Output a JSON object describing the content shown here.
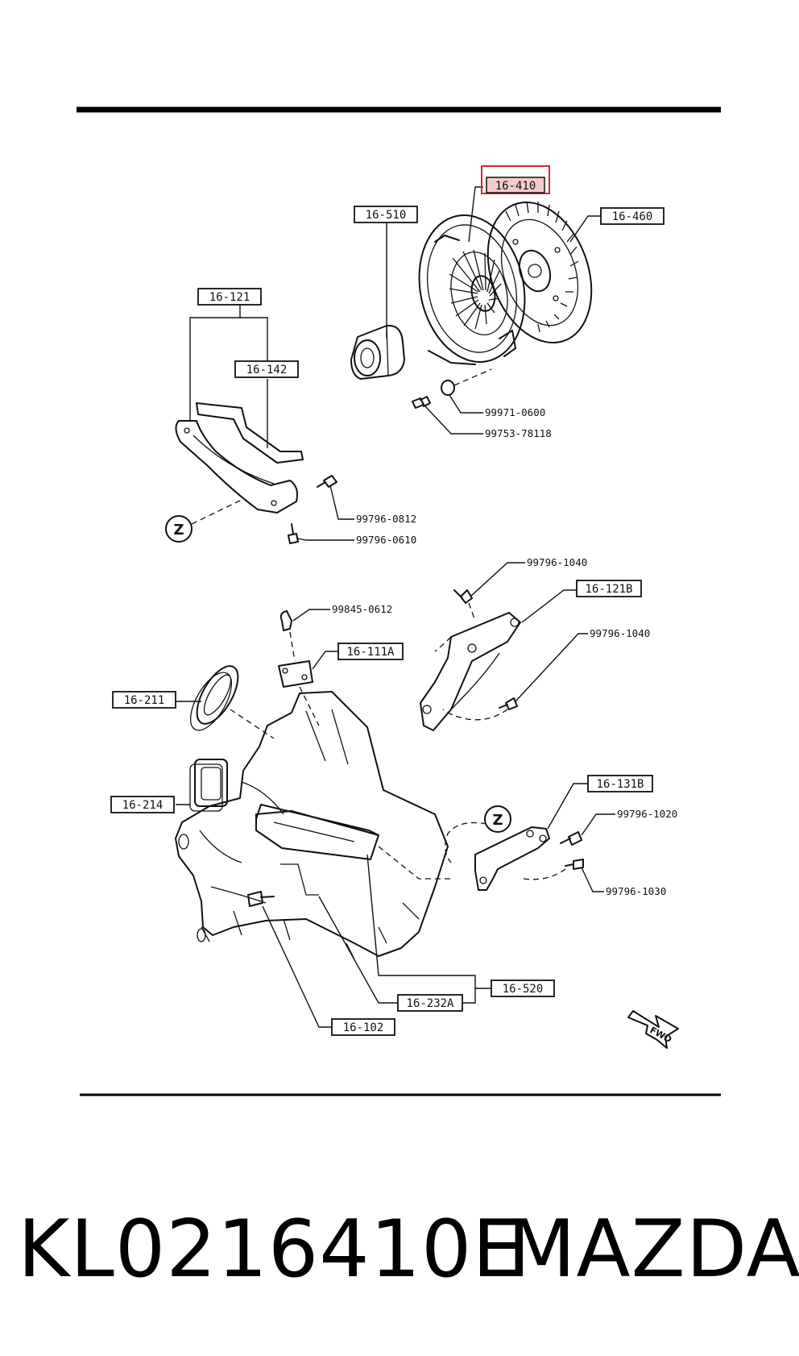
{
  "callouts": {
    "c16_410": "16-410",
    "c16_460": "16-460",
    "c16_510": "16-510",
    "c16_121": "16-121",
    "c16_142": "16-142",
    "c16_121B": "16-121B",
    "c16_111A": "16-111A",
    "c16_211": "16-211",
    "c16_214": "16-214",
    "c16_131B": "16-131B",
    "c16_520": "16-520",
    "c16_232A": "16-232A",
    "c16_102": "16-102"
  },
  "bolts": {
    "b99971_0600": "99971-0600",
    "b99753_78118": "99753-78118",
    "b99796_0812": "99796-0812",
    "b99796_0610": "99796-0610",
    "b99796_1040_top": "99796-1040",
    "b99845_0612": "99845-0612",
    "b99796_1040_right": "99796-1040",
    "b99796_1020": "99796-1020",
    "b99796_1030": "99796-1030"
  },
  "markers": {
    "z_left": "Z",
    "z_right": "Z",
    "fwd": "FWD"
  },
  "highlight_color": "#e0232b",
  "caption": {
    "part_number": "KL0216410E",
    "brand": "MAZDA"
  }
}
